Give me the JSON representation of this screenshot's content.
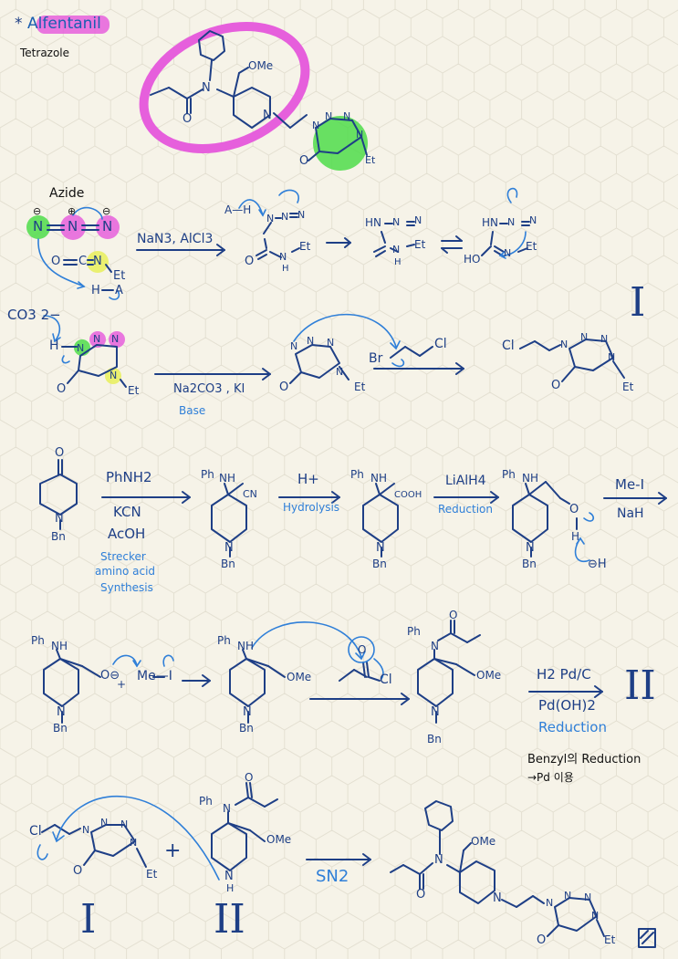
{
  "title": {
    "star": "*",
    "name": "Alfentanil",
    "note": "Tetrazole"
  },
  "colors": {
    "highlight_magenta": "#e65fdc",
    "highlight_green": "#4fdc4a",
    "highlight_yellow": "#e8ee5a",
    "ink_dark": "#1e3f86",
    "ink_light": "#2f7fd8"
  },
  "section1": {
    "azide_label": "Azide",
    "azide_atoms": [
      "N",
      "N",
      "N"
    ],
    "azide_charges": [
      "⊖",
      "⊕",
      "⊖"
    ],
    "isocyanate": [
      "O",
      "C",
      "N",
      "Et"
    ],
    "acid": [
      "H",
      "A"
    ],
    "reagent": "NaN3, AlCl3",
    "int1_label_AH": "A—H",
    "int1_atoms": [
      "N",
      "N",
      "N",
      "O",
      "N",
      "H",
      "Et"
    ],
    "int2_atoms": [
      "HN",
      "N",
      "N",
      "N",
      "H",
      "Et"
    ],
    "int3_atoms": [
      "HN",
      "N",
      "N",
      "HO",
      "N",
      "Et"
    ],
    "marker": "I"
  },
  "section2": {
    "base_label": "CO3 2−",
    "sm_atoms": [
      "H",
      "N",
      "N",
      "N",
      "N",
      "O",
      "Et"
    ],
    "reagent_top": "Na2CO3 , KI",
    "reagent_bottom": "Base",
    "anion_atoms": [
      "N",
      "N",
      "N",
      "N",
      "O",
      "Et"
    ],
    "alkylator": [
      "Br",
      "Cl"
    ],
    "product_atoms": [
      "Cl",
      "N",
      "N",
      "N",
      "N",
      "O",
      "Et"
    ]
  },
  "section3": {
    "sm_atoms": [
      "O",
      "N",
      "Bn"
    ],
    "step1_above": "PhNH2",
    "step1_below": [
      "KCN",
      "AcOH"
    ],
    "step1_note": [
      "Strecker",
      "amino acid",
      "Synthesis"
    ],
    "int1": [
      "Ph",
      "NH",
      "CN",
      "N",
      "Bn"
    ],
    "step2_above": "H+",
    "step2_below": "Hydrolysis",
    "int2": [
      "Ph",
      "NH",
      "COOH",
      "N",
      "Bn"
    ],
    "step3_above": "LiAlH4",
    "step3_below": "Reduction",
    "int3": [
      "Ph",
      "NH",
      "O",
      "H",
      "N",
      "Bn",
      "⊖H"
    ],
    "step4_above": "Me-I",
    "step4_below": "NaH"
  },
  "section4": {
    "sm": [
      "Ph",
      "NH",
      "O⊖",
      "Me—I",
      "+",
      "N",
      "Bn"
    ],
    "int": [
      "Ph",
      "NH",
      "OMe",
      "N",
      "Bn"
    ],
    "acyl": [
      "O",
      "Cl"
    ],
    "product": [
      "Ph",
      "N",
      "O",
      "OMe",
      "N",
      "Bn"
    ],
    "step_above": "H2 Pd/C",
    "step_mid": "Pd(OH)2",
    "step_below": "Reduction",
    "marker": "II",
    "note1": "Benzyl의 Reduction",
    "note2": "→Pd 이용"
  },
  "section5": {
    "partA": [
      "Cl",
      "N",
      "N",
      "N",
      "N",
      "O",
      "Et"
    ],
    "plus": "+",
    "partB": [
      "Ph",
      "N",
      "O",
      "OMe",
      "N",
      "H"
    ],
    "labelA": "I",
    "labelB": "II",
    "reagent": "SN2",
    "product": [
      "N",
      "O",
      "OMe",
      "N",
      "N",
      "N",
      "N",
      "N",
      "O",
      "Et"
    ]
  }
}
